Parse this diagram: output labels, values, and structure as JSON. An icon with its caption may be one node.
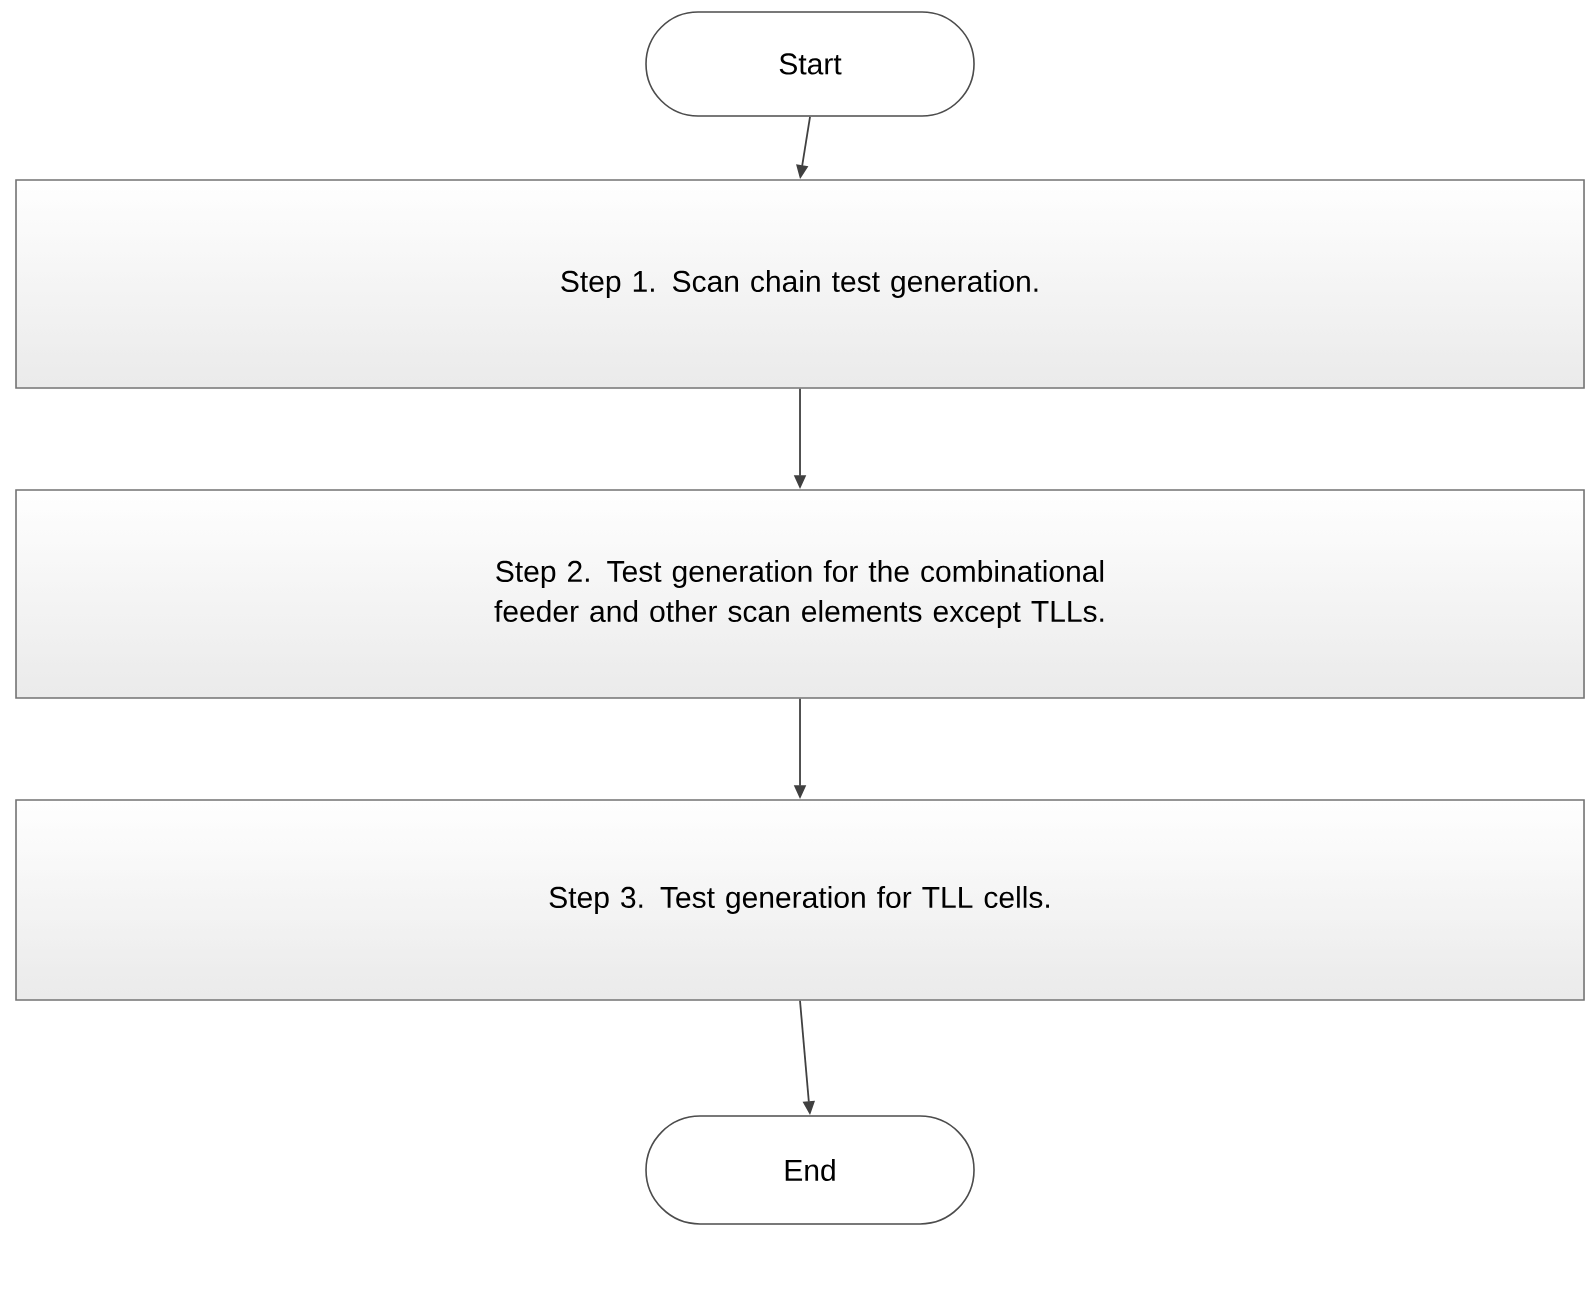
{
  "diagram": {
    "nodes": [
      {
        "text": [
          "Start"
        ]
      },
      {
        "text": [
          "Step 1. Scan chain test generation."
        ]
      },
      {
        "text": [
          "Step 2. Test generation for the combinational feeder and other scan elements except TLLs."
        ]
      },
      {
        "text": [
          "Step 3. Test generation for TLL cells."
        ]
      },
      {
        "text": [
          "End"
        ]
      }
    ],
    "edges": [
      {
        "from": 0,
        "to": 1,
        "arrow": "to"
      },
      {
        "from": 1,
        "to": 2,
        "arrow": "to"
      },
      {
        "from": 2,
        "to": 3,
        "arrow": "to"
      },
      {
        "from": 3,
        "to": 4,
        "arrow": "to"
      }
    ]
  }
}
